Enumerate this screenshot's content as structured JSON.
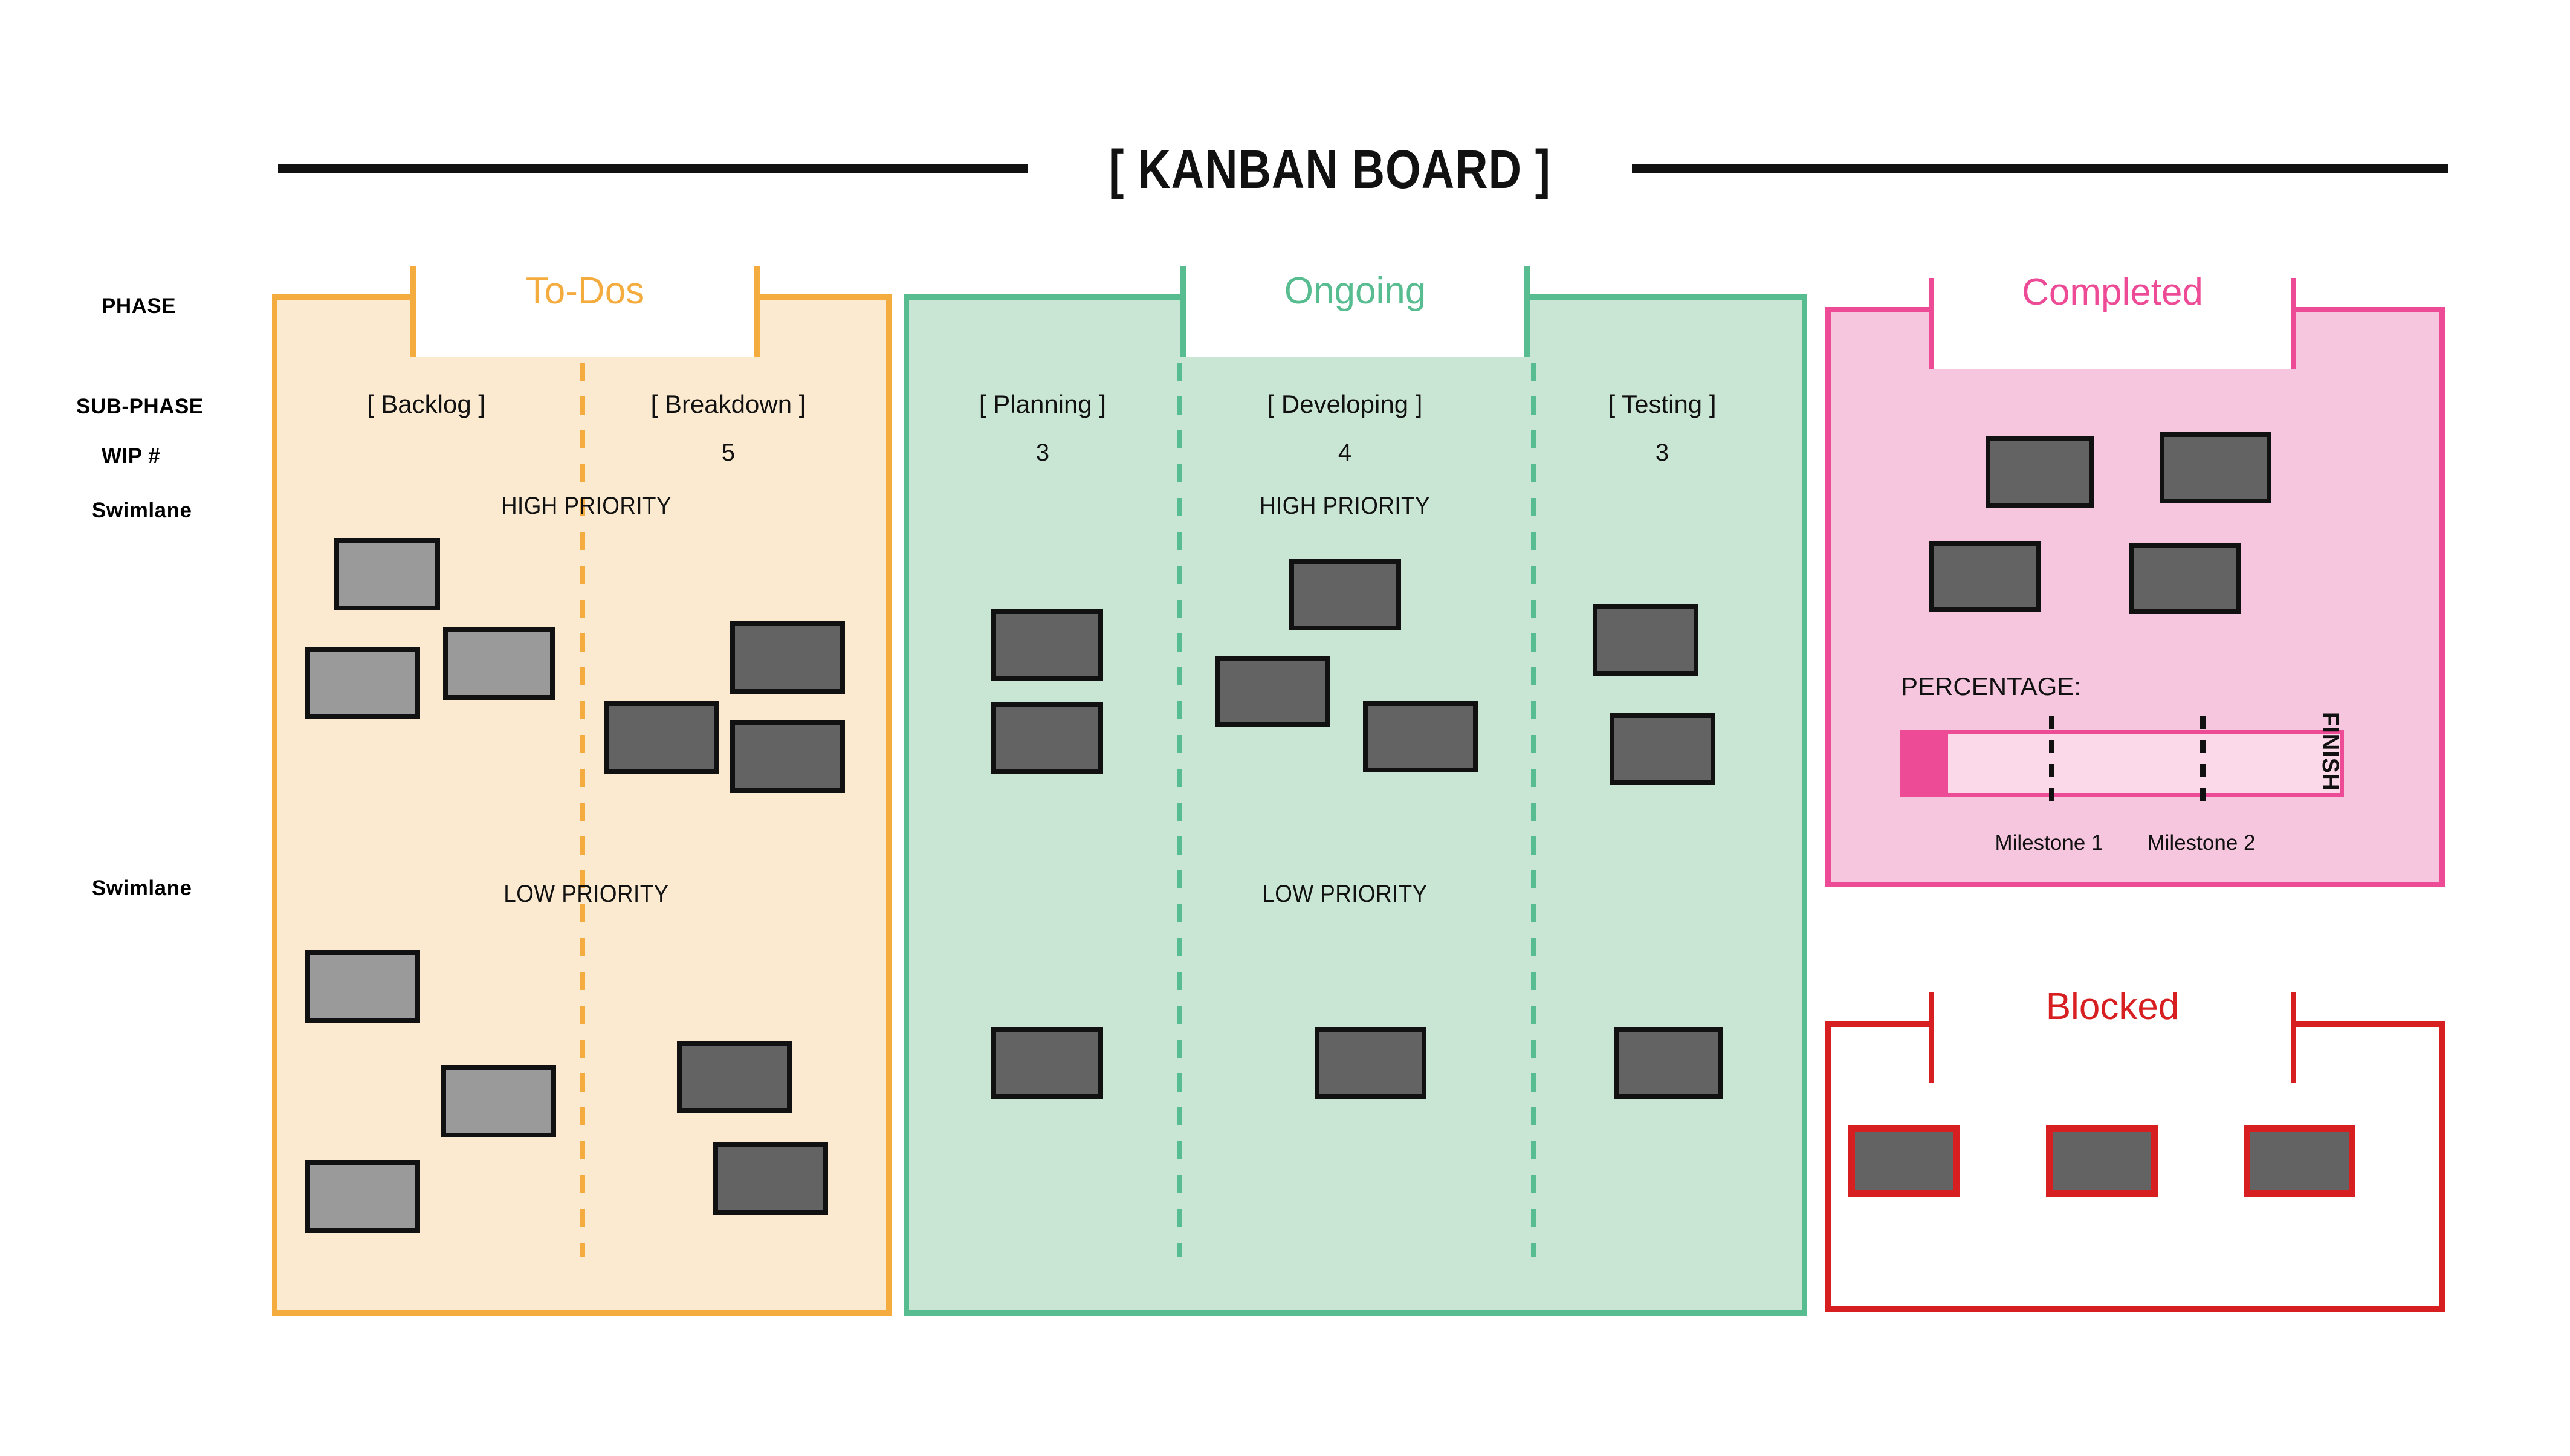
{
  "board": {
    "title": "[ KANBAN BOARD ]"
  },
  "axis_labels": {
    "phase": "PHASE",
    "sub_phase": "SUB-PHASE",
    "wip": "WIP #",
    "swimlane_top": "Swimlane",
    "swimlane_bottom": "Swimlane"
  },
  "colors": {
    "todos_accent": "#f5ac3f",
    "todos_bg": "#fbead0",
    "ongoing_accent": "#57bd91",
    "ongoing_bg": "#c9e5d3",
    "completed_accent": "#ee4b97",
    "completed_bg": "#f6c6de",
    "blocked_accent": "#d71f21",
    "blocked_bg": "#ffffff",
    "card_light": "#9a9a9a",
    "card_dark": "#636363",
    "card_border": "#111111",
    "title_rule": "#111111"
  },
  "phases": [
    {
      "id": "todos",
      "name": "To-Dos",
      "sub_phases": [
        {
          "label": "[ Backlog ]",
          "wip": ""
        },
        {
          "label": "[ Breakdown ]",
          "wip": "5"
        }
      ],
      "swimlanes": [
        {
          "label": "HIGH PRIORITY"
        },
        {
          "label": "LOW PRIORITY"
        }
      ]
    },
    {
      "id": "ongoing",
      "name": "Ongoing",
      "sub_phases": [
        {
          "label": "[ Planning ]",
          "wip": "3"
        },
        {
          "label": "[ Developing ]",
          "wip": "4"
        },
        {
          "label": "[ Testing ]",
          "wip": "3"
        }
      ],
      "swimlanes": [
        {
          "label": "HIGH PRIORITY"
        },
        {
          "label": "LOW PRIORITY"
        }
      ]
    },
    {
      "id": "completed",
      "name": "Completed",
      "sub_phases": [],
      "swimlanes": []
    },
    {
      "id": "blocked",
      "name": "Blocked",
      "sub_phases": [],
      "swimlanes": []
    }
  ],
  "completed_panel": {
    "percentage_label": "PERCENTAGE:",
    "progress_percent": 11,
    "milestones": [
      {
        "label": "Milestone 1",
        "position_percent": 44
      },
      {
        "label": "Milestone 2",
        "position_percent": 77
      }
    ],
    "finish_label": "FINISH",
    "card_count": 4
  },
  "blocked_panel": {
    "card_count": 3
  },
  "card_counts": {
    "backlog_high": 3,
    "backlog_low": 3,
    "breakdown_high": 3,
    "breakdown_low": 2,
    "planning_high": 2,
    "planning_low": 1,
    "developing_high": 3,
    "developing_low": 1,
    "testing_high": 2,
    "testing_low": 1
  }
}
